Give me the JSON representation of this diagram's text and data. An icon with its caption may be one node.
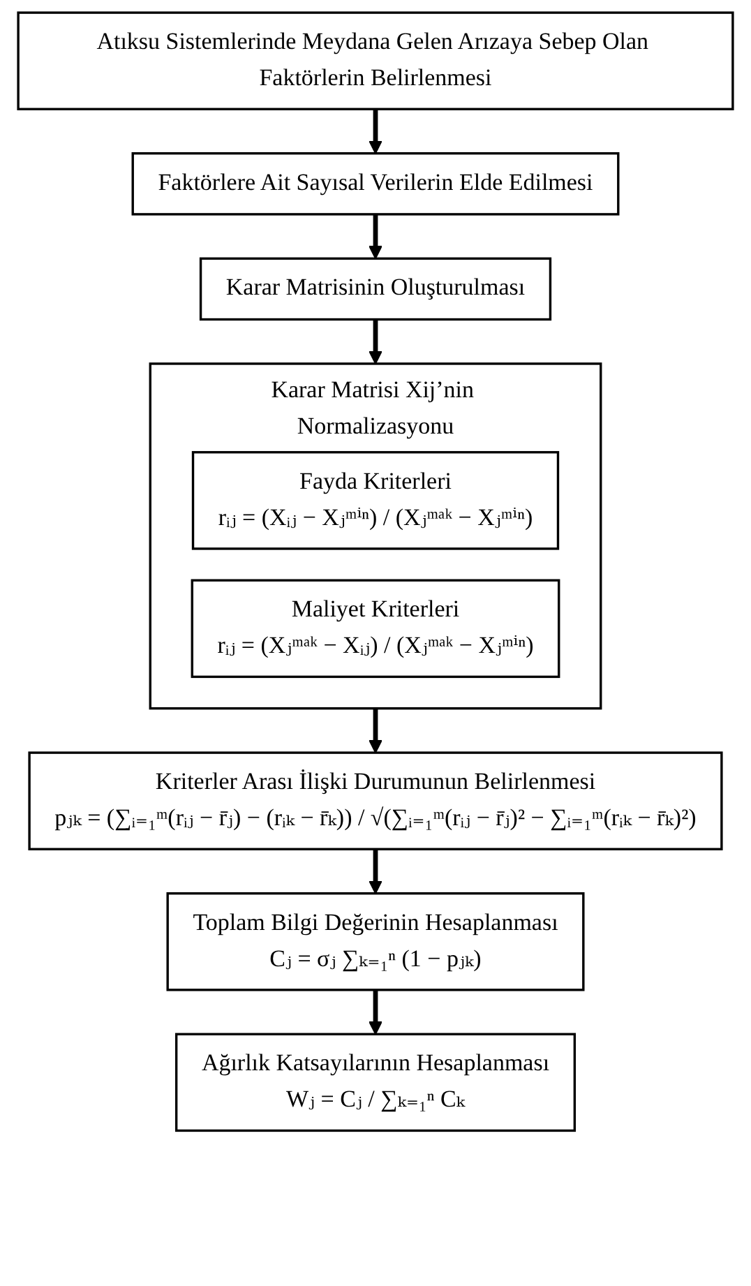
{
  "diagram": {
    "nodes": [
      {
        "text": [
          "Atıksu Sistemlerinde Meydana Gelen Arızaya Sebep Olan Faktörlerin Belirlenmesi"
        ]
      },
      {
        "text": [
          "Faktörlere Ait Sayısal Verilerin Elde Edilmesi"
        ]
      },
      {
        "text": [
          "Karar Matrisinin Oluşturulması"
        ]
      },
      {
        "text": [
          "Karar Matrisi Xij’nin Normalizasyonu"
        ]
      },
      {
        "text": [
          "Fayda Kriterleri",
          "rᵢⱼ = (Xᵢⱼ − Xⱼᵐⁱⁿ) / (Xⱼᵐᵃᵏ − Xⱼᵐⁱⁿ)"
        ],
        "in": 3
      },
      {
        "text": [
          "Maliyet Kriterleri",
          "rᵢⱼ = (Xⱼᵐᵃᵏ − Xᵢⱼ) / (Xⱼᵐᵃᵏ − Xⱼᵐⁱⁿ)"
        ],
        "in": 3
      },
      {
        "text": [
          "Kriterler Arası İlişki Durumunun Belirlenmesi",
          "pⱼₖ = (∑ᵢ₌₁ᵐ(rᵢⱼ − r̄ⱼ) − (rᵢₖ − r̄ₖ)) / √(∑ᵢ₌₁ᵐ(rᵢⱼ − r̄ⱼ)² − ∑ᵢ₌₁ᵐ(rᵢₖ − r̄ₖ)²)"
        ]
      },
      {
        "text": [
          "Toplam Bilgi Değerinin Hesaplanması",
          "Cⱼ = σⱼ ∑ₖ₌₁ⁿ (1 − pⱼₖ)"
        ]
      },
      {
        "text": [
          "Ağırlık Katsayılarının Hesaplanması",
          "Wⱼ = Cⱼ / ∑ₖ₌₁ⁿ Cₖ"
        ]
      }
    ],
    "edges": [
      {
        "from": 0,
        "to": 1,
        "arrow": "to"
      },
      {
        "from": 1,
        "to": 2,
        "arrow": "to"
      },
      {
        "from": 2,
        "to": 3,
        "arrow": "to"
      },
      {
        "from": 3,
        "to": 6,
        "arrow": "to"
      },
      {
        "from": 6,
        "to": 7,
        "arrow": "to"
      },
      {
        "from": 7,
        "to": 8,
        "arrow": "to"
      }
    ]
  }
}
